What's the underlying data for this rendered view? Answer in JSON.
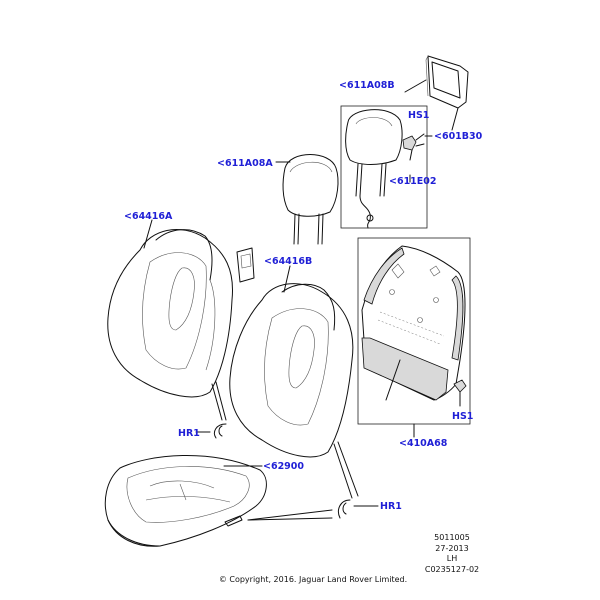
{
  "labels": {
    "headrest_right": "<611A08B",
    "hs1_top": "HS1",
    "guide_601b30": "<601B30",
    "headrest_left": "<611A08A",
    "guide_611e02": "<611E02",
    "cover_left": "<64416A",
    "cover_right": "<64416B",
    "hr1_left": "HR1",
    "cushion_62900": "<62900",
    "hr1_right": "HR1",
    "hs1_bottom": "HS1",
    "frame_410a68": "<410A68"
  },
  "meta": {
    "line1": "5011005",
    "line2": "27-2013",
    "line3": "LH",
    "line4": "C0235127-02"
  },
  "copyright": "© Copyright, 2016. Jaguar Land Rover Limited.",
  "colors": {
    "label": "#1f1fd6",
    "line": "#111111"
  }
}
